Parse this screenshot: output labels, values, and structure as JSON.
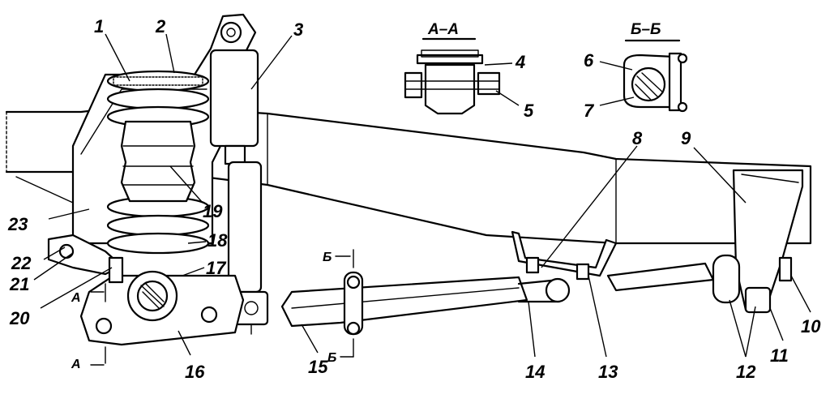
{
  "sections": {
    "aa": "А–А",
    "bb": "Б–Б"
  },
  "cut_marks": {
    "a_top": "А",
    "a_bottom": "А",
    "b_top": "Б",
    "b_bottom": "Б"
  },
  "callouts": [
    {
      "id": "c1",
      "label": "1"
    },
    {
      "id": "c2",
      "label": "2"
    },
    {
      "id": "c3",
      "label": "3"
    },
    {
      "id": "c4",
      "label": "4"
    },
    {
      "id": "c5",
      "label": "5"
    },
    {
      "id": "c6",
      "label": "6"
    },
    {
      "id": "c7",
      "label": "7"
    },
    {
      "id": "c8",
      "label": "8"
    },
    {
      "id": "c9",
      "label": "9"
    },
    {
      "id": "c10",
      "label": "10"
    },
    {
      "id": "c11",
      "label": "11"
    },
    {
      "id": "c12",
      "label": "12"
    },
    {
      "id": "c13",
      "label": "13"
    },
    {
      "id": "c14",
      "label": "14"
    },
    {
      "id": "c15",
      "label": "15"
    },
    {
      "id": "c16",
      "label": "16"
    },
    {
      "id": "c17",
      "label": "17"
    },
    {
      "id": "c18",
      "label": "18"
    },
    {
      "id": "c19",
      "label": "19"
    },
    {
      "id": "c20",
      "label": "20"
    },
    {
      "id": "c21",
      "label": "21"
    },
    {
      "id": "c22",
      "label": "22"
    },
    {
      "id": "c23",
      "label": "23"
    }
  ]
}
